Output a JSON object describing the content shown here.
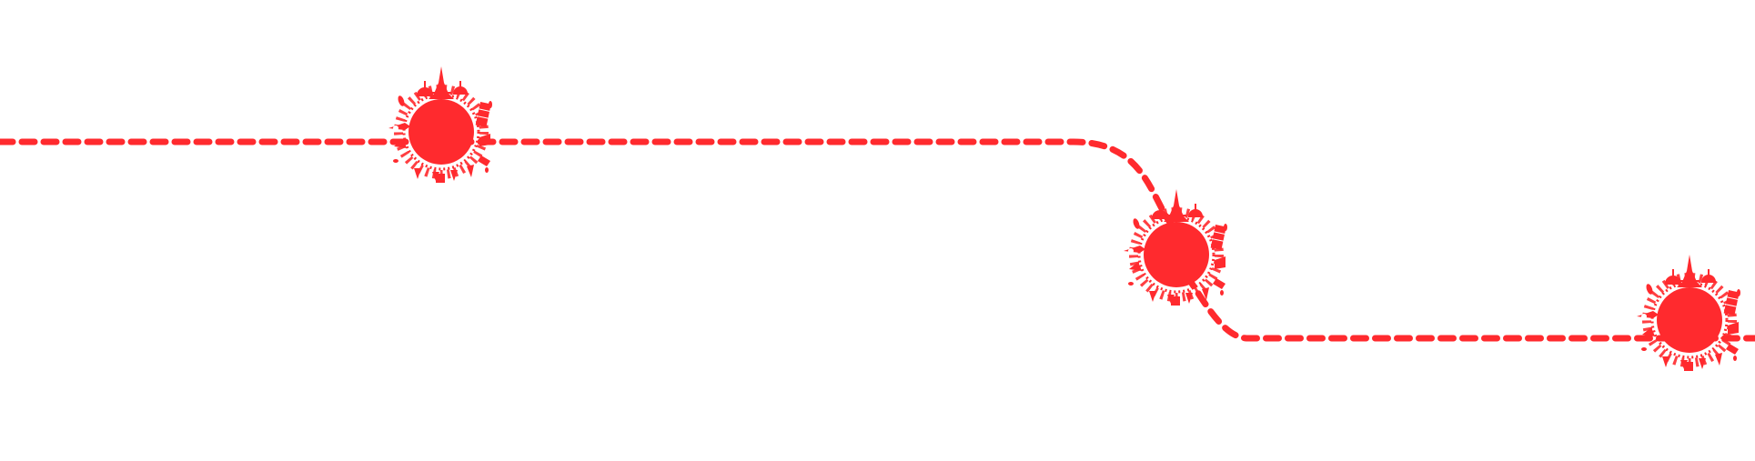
{
  "diagram": {
    "type": "travel-route",
    "accent_color": "#ff2a2e",
    "background_color": "#ffffff",
    "line_style": "dashed",
    "milestone_icon": "globe-landmarks-icon",
    "milestone_count": 3,
    "milestones": [
      {
        "icon": "globe-landmarks-icon"
      },
      {
        "icon": "globe-landmarks-icon"
      },
      {
        "icon": "globe-landmarks-icon"
      }
    ]
  }
}
